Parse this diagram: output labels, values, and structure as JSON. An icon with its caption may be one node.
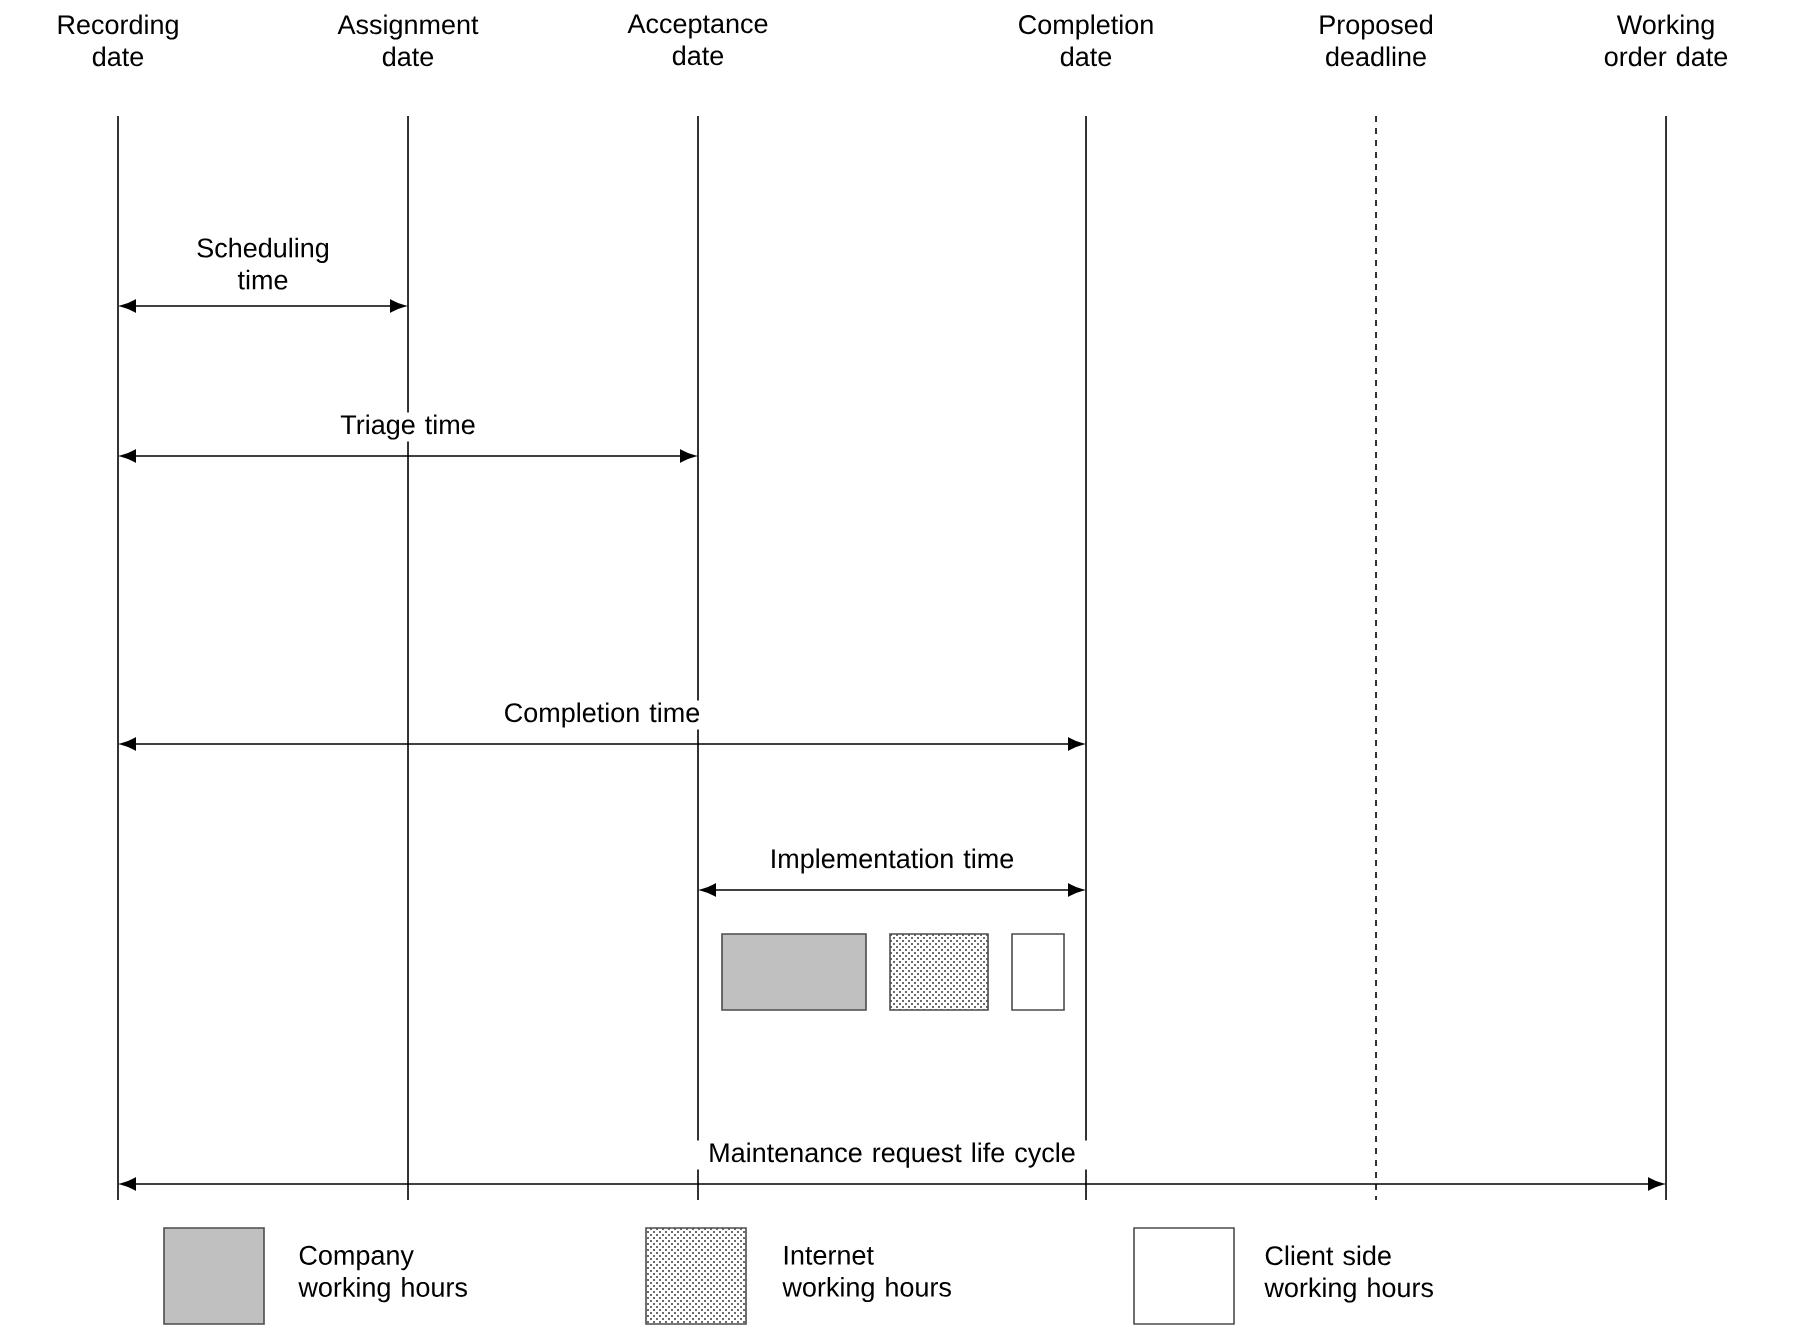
{
  "diagram": {
    "labels": [
      "Recording date",
      "Assignment date",
      "Acceptance date",
      "Completion date",
      "Proposed deadline",
      "Working order date",
      "Scheduling time",
      "Triage time",
      "Completion time",
      "Implementation time",
      "Maintenance request life cycle"
    ],
    "legend": [
      {
        "text": "Company working hours",
        "color": "#c0c0c0"
      },
      {
        "text": "Internet working hours"
      },
      {
        "text": "Client side working hours"
      }
    ]
  }
}
